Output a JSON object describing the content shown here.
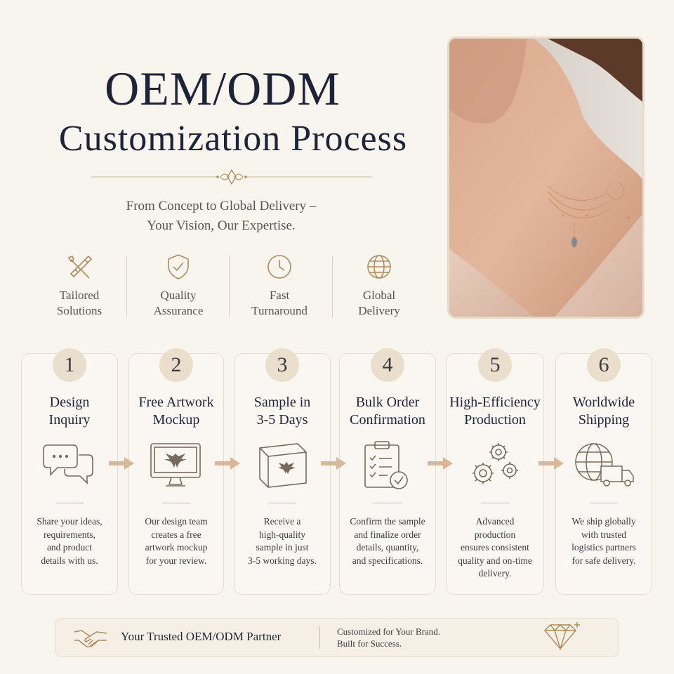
{
  "header": {
    "title_line1": "OEM/ODM",
    "title_line2": "Customization Process",
    "subtitle_line1": "From Concept to Global Delivery –",
    "subtitle_line2": "Your Vision, Our Expertise."
  },
  "features": [
    {
      "icon": "tools-icon",
      "line1": "Tailored",
      "line2": "Solutions"
    },
    {
      "icon": "shield-check-icon",
      "line1": "Quality",
      "line2": "Assurance"
    },
    {
      "icon": "clock-icon",
      "line1": "Fast",
      "line2": "Turnaround"
    },
    {
      "icon": "globe-icon",
      "line1": "Global",
      "line2": "Delivery"
    }
  ],
  "steps": [
    {
      "number": "1",
      "title1": "Design",
      "title2": "Inquiry",
      "icon": "chat-bubbles-icon",
      "desc": [
        "Share your ideas,",
        "requirements,",
        "and product",
        "details with us."
      ]
    },
    {
      "number": "2",
      "title1": "Free Artwork",
      "title2": "Mockup",
      "icon": "monitor-icon",
      "desc": [
        "Our design team",
        "creates a free",
        "artwork mockup",
        "for your review."
      ]
    },
    {
      "number": "3",
      "title1": "Sample in",
      "title2": "3-5 Days",
      "icon": "sample-box-icon",
      "desc": [
        "Receive a",
        "high-quality",
        "sample in just",
        "3-5 working days."
      ]
    },
    {
      "number": "4",
      "title1": "Bulk Order",
      "title2": "Confirmation",
      "icon": "clipboard-check-icon",
      "desc": [
        "Confirm the sample",
        "and finalize order",
        "details, quantity,",
        "and specifications."
      ]
    },
    {
      "number": "5",
      "title1": "High-Efficiency",
      "title2": "Production",
      "icon": "gears-icon",
      "desc": [
        "Advanced",
        "production",
        "ensures consistent",
        "quality and on-time",
        "delivery."
      ]
    },
    {
      "number": "6",
      "title1": "Worldwide",
      "title2": "Shipping",
      "icon": "globe-truck-icon",
      "desc": [
        "We ship globally",
        "with trusted",
        "logistics partners",
        "for safe delivery."
      ]
    }
  ],
  "footer": {
    "partner": "Your Trusted OEM/ODM Partner",
    "tagline1": "Customized for Your Brand.",
    "tagline2": "Built for Success.",
    "icons": [
      "handshake-icon",
      "diamond-icon"
    ]
  },
  "colors": {
    "background": "#f8f4ee",
    "title": "#1d2438",
    "gold": "#b08a5c",
    "badge": "#eadfcc"
  }
}
